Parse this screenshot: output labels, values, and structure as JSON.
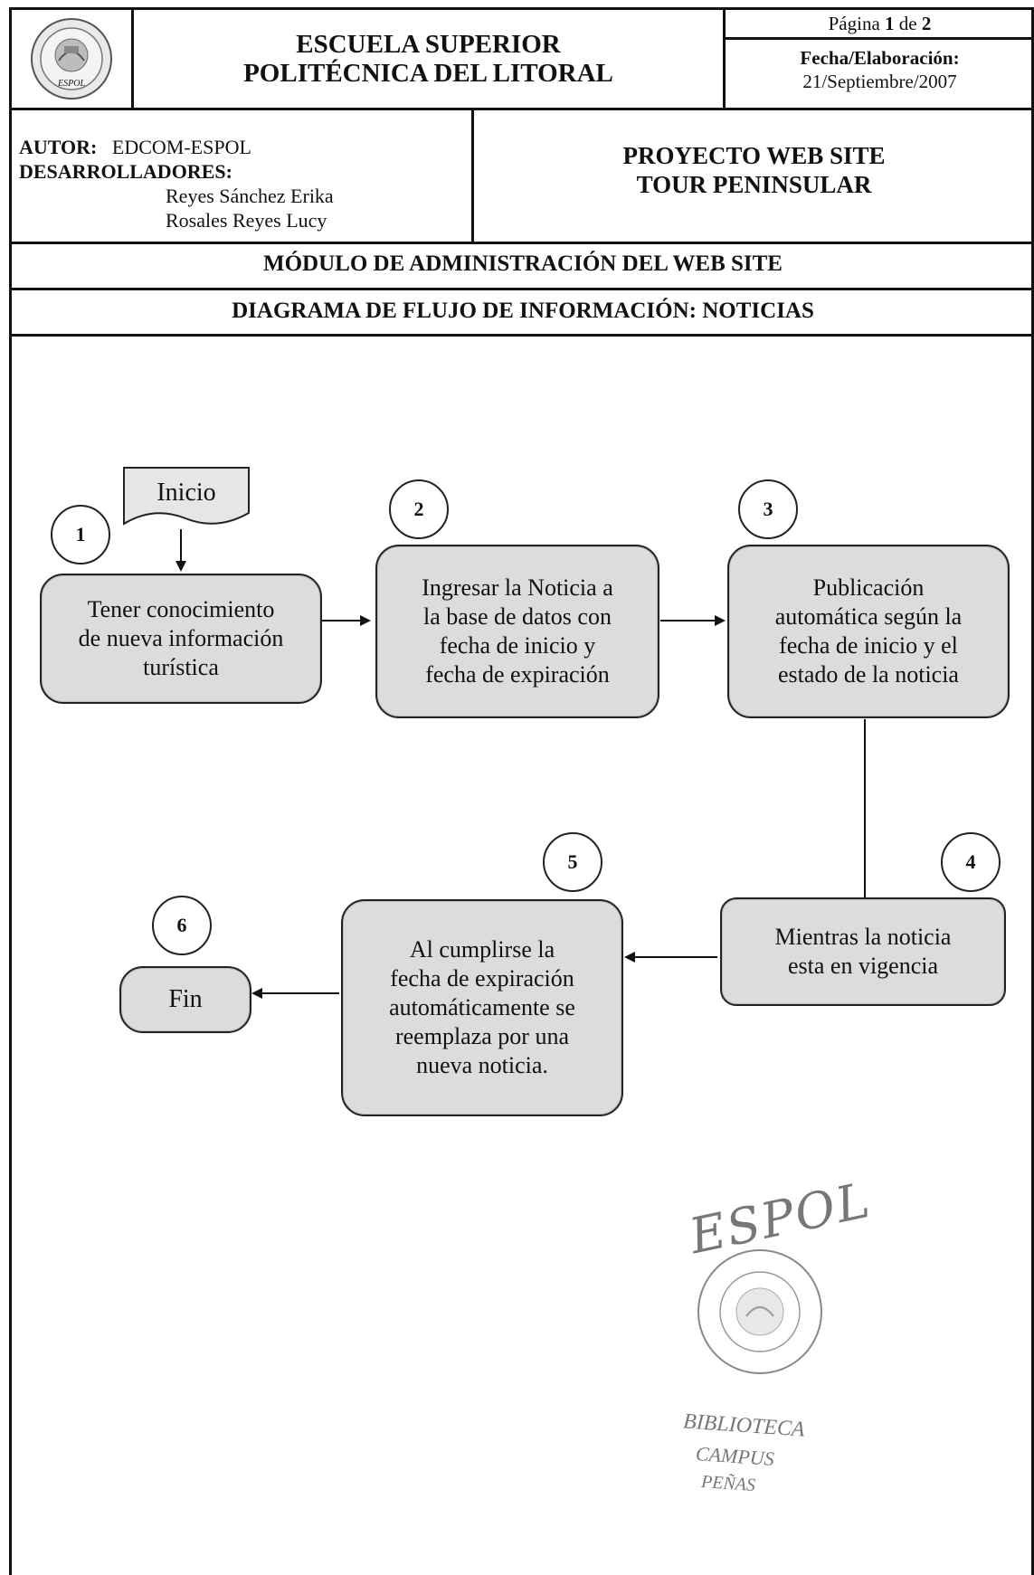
{
  "header": {
    "institution_line1": "ESCUELA SUPERIOR",
    "institution_line2": "POLITÉCNICA DEL LITORAL",
    "page_prefix": "Página ",
    "page_current": "1",
    "page_of": " de ",
    "page_total": "2",
    "date_label": "Fecha/Elaboración:",
    "date_value": "21/Septiembre/2007",
    "logo_text": "ESPOL"
  },
  "info": {
    "author_label": "AUTOR:",
    "author_value": "EDCOM-ESPOL",
    "developers_label": "DESARROLLADORES:",
    "developer_1": "Reyes Sánchez Erika",
    "developer_2": "Rosales Reyes Lucy",
    "project_line1": "PROYECTO  WEB SITE",
    "project_line2": "TOUR PENINSULAR"
  },
  "module_title": "MÓDULO DE ADMINISTRACIÓN DEL WEB SITE",
  "diagram_title": "DIAGRAMA DE FLUJO DE INFORMACIÓN: NOTICIAS",
  "diagram": {
    "start_label": "Inicio",
    "steps": [
      {
        "number": "1",
        "text": "Tener conocimiento\nde nueva información\nturística"
      },
      {
        "number": "2",
        "text": "Ingresar la Noticia a\nla base de datos con\nfecha de inicio y\nfecha de expiración"
      },
      {
        "number": "3",
        "text": "Publicación\nautomática según la\nfecha de inicio y el\nestado de la noticia"
      },
      {
        "number": "4",
        "text": "Mientras la noticia\nesta en vigencia"
      },
      {
        "number": "5",
        "text": "Al cumplirse la\nfecha de expiración\nautomáticamente se\nreemplaza por una\nnueva noticia."
      },
      {
        "number": "6",
        "text": "Fin"
      }
    ]
  },
  "stamp": {
    "top": "ESPOL",
    "line1": "BIBLIOTECA",
    "line2": "CAMPUS",
    "line3": "PEÑAS"
  }
}
